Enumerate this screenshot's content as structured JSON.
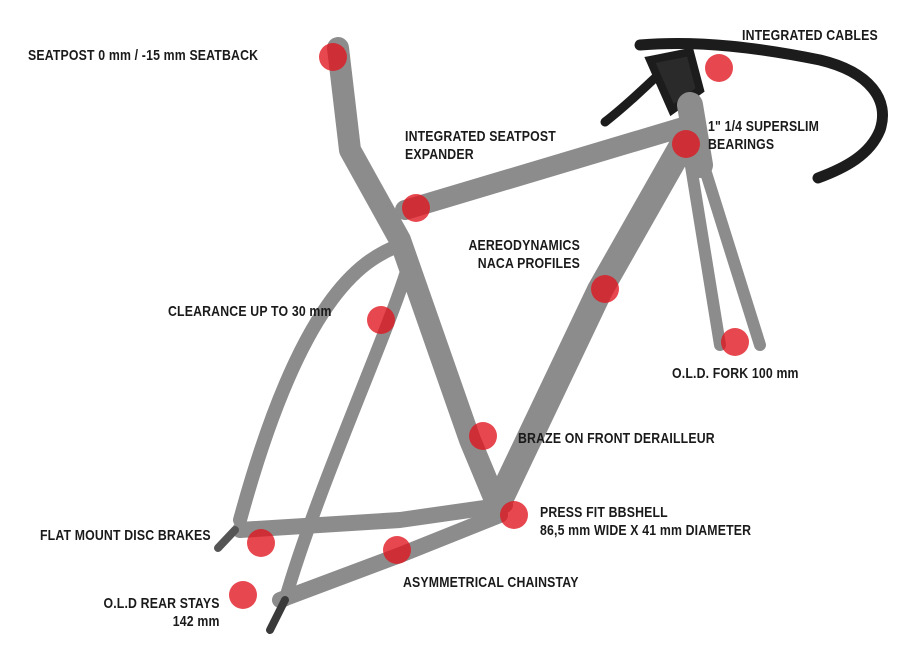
{
  "annotations": {
    "seatpost": "SEATPOST 0 mm / -15 mm SEATBACK",
    "cables": "INTEGRATED CABLES",
    "bearings_1": "1\" 1/4 SUPERSLIM",
    "bearings_2": "BEARINGS",
    "expander_1": "INTEGRATED SEATPOST",
    "expander_2": "EXPANDER",
    "aero_1": "AEREODYNAMICS",
    "aero_2": "NACA PROFILES",
    "clearance": "CLEARANCE UP TO 30 mm",
    "fork": "O.L.D. FORK 100 mm",
    "braze": "BRAZE ON FRONT DERAILLEUR",
    "bbshell_1": "PRESS FIT BBSHELL",
    "bbshell_2": "86,5 mm WIDE X 41 mm DIAMETER",
    "disc": "FLAT MOUNT DISC BRAKES",
    "chainstay": "ASYMMETRICAL CHAINSTAY",
    "rear_1": "O.L.D REAR STAYS",
    "rear_2": "142 mm"
  },
  "colors": {
    "frame": "#8c8c8c",
    "marker": "#e0141e",
    "text": "#1a1a1a"
  }
}
